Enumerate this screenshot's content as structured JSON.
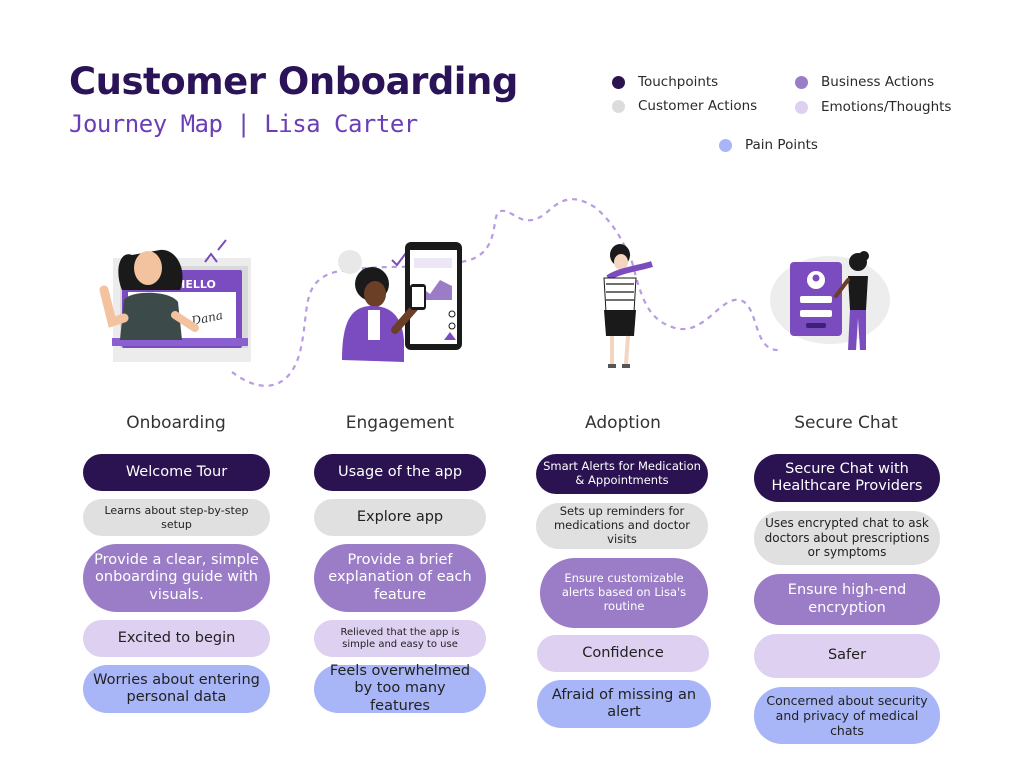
{
  "header": {
    "title": "Customer Onboarding",
    "subtitle": "Journey Map | Lisa Carter"
  },
  "legend": {
    "touchpoints": "Touchpoints",
    "customer_actions": "Customer Actions",
    "business_actions": "Business Actions",
    "emotions": "Emotions/Thoughts",
    "pain_points": "Pain Points"
  },
  "colors": {
    "touchpoints": "#2a1350",
    "customer_actions": "#e0e0e0",
    "business_actions": "#9b7dc7",
    "emotions": "#ddd0f0",
    "pain_points": "#a8b5f7"
  },
  "illustrations": {
    "hello_card_text": "HELLO",
    "signature_text": "Dana"
  },
  "stages": [
    {
      "name": "Onboarding",
      "touchpoint": "Welcome Tour",
      "customer_action": "Learns about step-by-step setup",
      "business_action": "Provide a clear, simple onboarding guide with visuals.",
      "emotion": "Excited to begin",
      "pain_point": "Worries about entering personal data"
    },
    {
      "name": "Engagement",
      "touchpoint": "Usage of the app",
      "customer_action": "Explore app",
      "business_action": "Provide a brief explanation of each feature",
      "emotion": "Relieved that the app is simple and easy to use",
      "pain_point": "Feels overwhelmed by too many features"
    },
    {
      "name": "Adoption",
      "touchpoint": "Smart Alerts for Medication & Appointments",
      "customer_action": "Sets up reminders for medications and doctor visits",
      "business_action": "Ensure customizable alerts based on Lisa's routine",
      "emotion": "Confidence",
      "pain_point": "Afraid of missing an alert"
    },
    {
      "name": "Secure Chat",
      "touchpoint": "Secure Chat with Healthcare Providers",
      "customer_action": "Uses encrypted chat to ask doctors about prescriptions or symptoms",
      "business_action": "Ensure high-end encryption",
      "emotion": "Safer",
      "pain_point": "Concerned about security and privacy of medical chats"
    }
  ]
}
